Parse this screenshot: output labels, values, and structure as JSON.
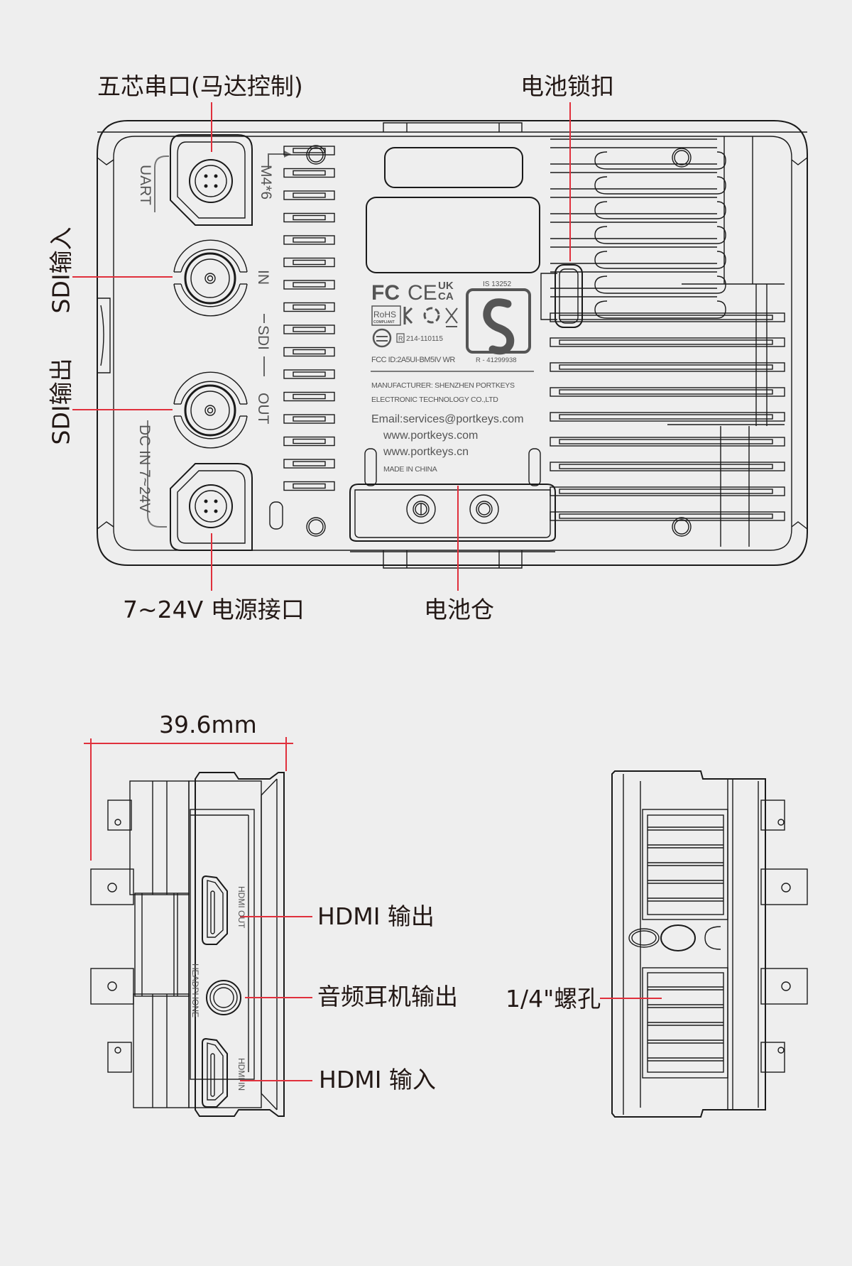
{
  "colors": {
    "background": "#eeeeee",
    "leader_line": "#e0303c",
    "text": "#231815",
    "outline": "#1a1a1a",
    "label_gray": "#555555"
  },
  "back_view": {
    "callouts": {
      "uart": "五芯串口(马达控制)",
      "battery_lock": "电池锁扣",
      "sdi_in": "SDI输入",
      "sdi_out": "SDI输出",
      "power": "7~24V 电源接口",
      "battery_bay": "电池仓"
    },
    "silkscreen": {
      "uart": "UART",
      "screw": "M4*6",
      "sdi_in": "IN",
      "sdi": "SDI",
      "sdi_out": "OUT",
      "dc_in": "DC IN 7~24V"
    },
    "label_plate": {
      "cert_fc": "FC",
      "cert_ce": "CE",
      "cert_ukca_1": "UK",
      "cert_ukca_2": "CA",
      "rohs": "RoHS",
      "rohs_sub": "COMPLIANT",
      "is_number": "IS 13252",
      "r_mark": "R",
      "telec": "214-110115",
      "fcc_id": "FCC ID:2A5UI-BM5IV WR",
      "bis_reg": "R - 41299938",
      "manufacturer_1": "MANUFACTURER: SHENZHEN PORTKEYS",
      "manufacturer_2": "ELECTRONIC TECHNOLOGY CO.,LTD",
      "email": "Email:services@portkeys.com",
      "web_com": "www.portkeys.com",
      "web_cn": "www.portkeys.cn",
      "origin": "MADE IN CHINA"
    }
  },
  "side_view_left": {
    "dimension": "39.6mm",
    "callouts": {
      "hdmi_out": "HDMI 输出",
      "headphone": "音频耳机输出",
      "hdmi_in": "HDMI 输入"
    },
    "silkscreen": {
      "hdmi_out": "HDMI OUT",
      "headphone": "HEADPHONE",
      "hdmi_in": "HDMI IN"
    }
  },
  "side_view_right": {
    "callouts": {
      "screw_hole": "1/4\"螺孔"
    }
  }
}
